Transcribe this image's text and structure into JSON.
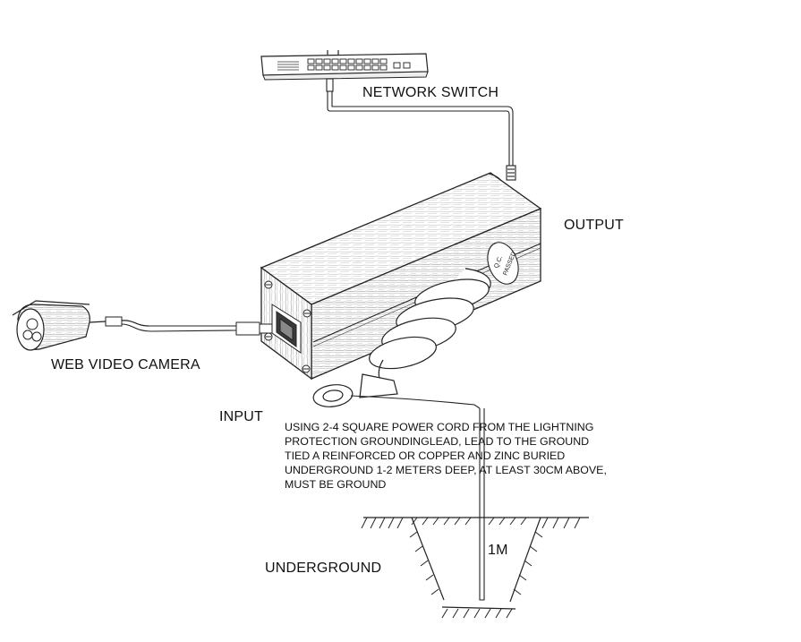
{
  "labels": {
    "network_switch": "NETWORK SWITCH",
    "output": "OUTPUT",
    "web_video_camera": "WEB VIDEO CAMERA",
    "input": "INPUT",
    "underground": "UNDERGROUND",
    "depth": "1M"
  },
  "note": {
    "lines": [
      "USING 2-4 SQUARE POWER CORD FROM THE LIGHTNING",
      "PROTECTION GROUNDINGLEAD, LEAD TO THE GROUND",
      "TIED A REINFORCED OR COPPER AND ZINC BURIED",
      "UNDERGROUND 1-2 METERS DEEP, AT LEAST 30CM ABOVE,",
      "MUST BE GROUND"
    ]
  },
  "badge": {
    "line1": "Q.C.",
    "line2": "PASSED"
  }
}
